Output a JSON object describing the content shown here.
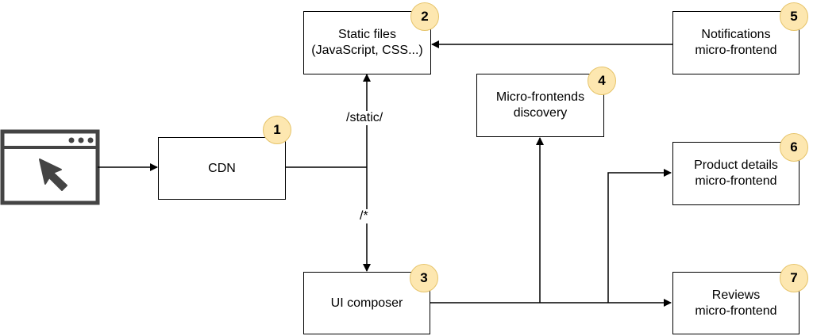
{
  "nodes": {
    "cdn": {
      "label": "CDN",
      "badge": "1"
    },
    "static": {
      "label": "Static files\n(JavaScript, CSS...)",
      "badge": "2"
    },
    "composer": {
      "label": "UI composer",
      "badge": "3"
    },
    "discovery": {
      "label": "Micro-frontends\ndiscovery",
      "badge": "4"
    },
    "notifications": {
      "label": "Notifications\nmicro-frontend",
      "badge": "5"
    },
    "product": {
      "label": "Product details\nmicro-frontend",
      "badge": "6"
    },
    "reviews": {
      "label": "Reviews\nmicro-frontend",
      "badge": "7"
    }
  },
  "edges": {
    "static_path": "/static/",
    "wildcard_path": "/*"
  },
  "icons": {
    "browser": "browser-window-icon",
    "cursor": "mouse-cursor-icon"
  },
  "colors": {
    "badge_fill": "#fde7b0",
    "badge_border": "#e6c46a",
    "icon": "#444444"
  }
}
